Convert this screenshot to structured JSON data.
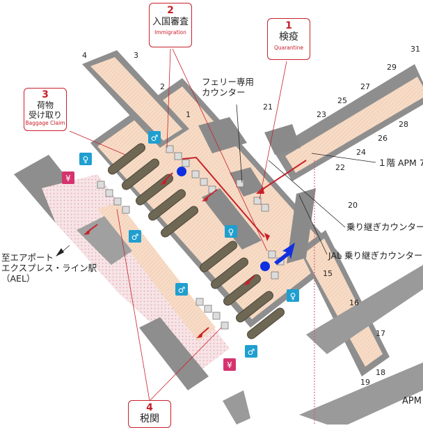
{
  "callouts": {
    "quarantine": {
      "num": "1",
      "ja": "検疫",
      "en": "Quarantine"
    },
    "immigration": {
      "num": "2",
      "ja": "入国審査",
      "en": "Immigration"
    },
    "baggage": {
      "num": "3",
      "ja_line1": "荷物",
      "ja_line2": "受け取り",
      "en": "Baggage Claim"
    },
    "customs": {
      "num": "4",
      "ja": "税関"
    }
  },
  "labels": {
    "ferry_counter": [
      "フェリー専用",
      "カウンター"
    ],
    "apm_1f": "１階 APM 7",
    "transfer_counter": "乗り継ぎカウンター",
    "jal_transfer_counter": "JAL 乗り継ぎカウンター",
    "airport_express": [
      "至エアポート",
      "エクスプレス・ライン駅",
      "（AEL）"
    ],
    "apm": "APM"
  },
  "gates": [
    "1",
    "2",
    "3",
    "4",
    "15",
    "16",
    "17",
    "18",
    "19",
    "20",
    "21",
    "22",
    "23",
    "24",
    "25",
    "26",
    "27",
    "28",
    "29",
    "31"
  ],
  "icons": {
    "restroom": "restroom-icon",
    "currency": "yen-exchange-icon",
    "position": "current-location-marker"
  },
  "colors": {
    "accent_red": "#c8202a",
    "restroom_blue": "#1f9fd0",
    "yen_pink": "#d5336e",
    "floor": "#f5d9c4",
    "wall": "#8a8a8a",
    "marker_blue": "#1030e0"
  }
}
